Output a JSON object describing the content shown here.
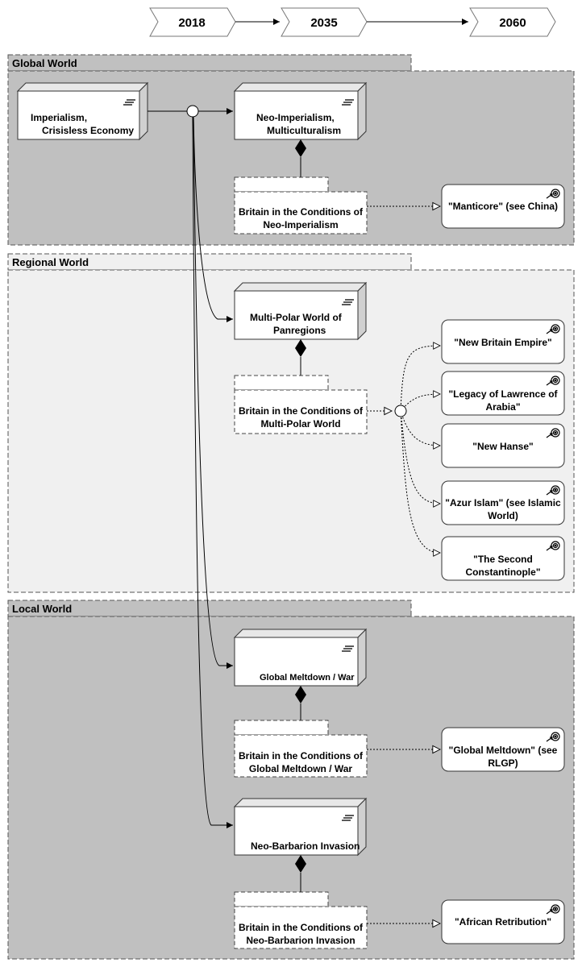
{
  "timeline": [
    "2018",
    "2035",
    "2060"
  ],
  "groups": {
    "global": "Global World",
    "regional": "Regional World",
    "local": "Local World"
  },
  "nodes": {
    "imperialism": [
      "Imperialism,",
      "Crisisless Economy"
    ],
    "neo_imperialism": [
      "Neo-Imperialism,",
      "Multiculturalism"
    ],
    "multipolar": [
      "Multi-Polar World of",
      "Panregions"
    ],
    "meltdown": [
      "Global Meltdown / War"
    ],
    "barbarion": [
      "Neo-Barbarion Invasion"
    ]
  },
  "britain": {
    "neo_imperialism": [
      "Britain in the Conditions of",
      "Neo-Imperialism"
    ],
    "multipolar": [
      "Britain in the Conditions of",
      "Multi-Polar World"
    ],
    "meltdown": [
      "Britain in the Conditions of",
      "Global Meltdown / War"
    ],
    "barbarion": [
      "Britain in the Conditions of",
      "Neo-Barbarion Invasion"
    ]
  },
  "scenarios": {
    "manticore": [
      "\"Manticore\" (see China)"
    ],
    "new_britain_empire": [
      "\"New Britain Empire\""
    ],
    "lawrence": [
      "\"Legacy of Lawrence of",
      "Arabia\""
    ],
    "new_hanse": [
      "\"New Hanse\""
    ],
    "azur_islam": [
      "\"Azur Islam\" (see Islamic",
      "World)"
    ],
    "constantinople": [
      "\"The Second",
      "Constantinople\""
    ],
    "global_meltdown": [
      "\"Global Meltdown\" (see",
      "RLGP)"
    ],
    "african_retribution": [
      "\"African Retribution\""
    ]
  },
  "colors": {
    "group_dark": "#c0c0c0",
    "group_light": "#f0f0f0",
    "border": "#555555"
  }
}
